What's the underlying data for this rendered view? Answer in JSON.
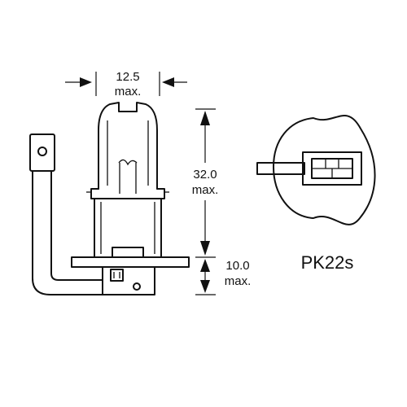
{
  "dimensions": {
    "width": {
      "value": "12.5",
      "qualifier": "max."
    },
    "height": {
      "value": "32.0",
      "qualifier": "max."
    },
    "lower": {
      "value": "10.0",
      "qualifier": "max."
    }
  },
  "base_type": "PK22s"
}
